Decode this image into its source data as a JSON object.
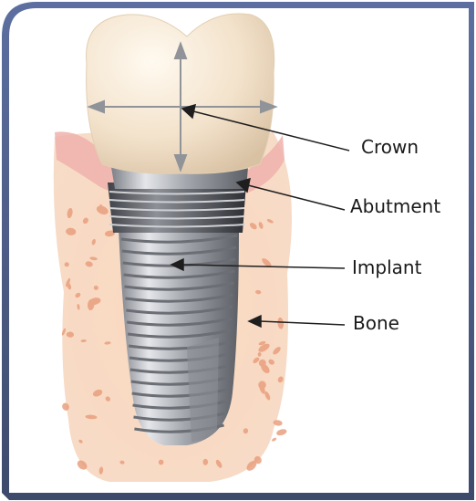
{
  "labels": {
    "crown": "Crown",
    "abutment": "Abutment",
    "implant": "Implant",
    "bone": "Bone"
  },
  "colors": {
    "frame_outer": "#4f5f8a",
    "frame_border": "#3f4a66",
    "frame_inner_bg": "#ffffff",
    "bone_base": "#f5c8a8",
    "bone_spots": "#e79b78",
    "gum": "#f0b2ad",
    "crown": "#f6ead8",
    "abutment": "#a4a7ad",
    "implant": "#b6b9be",
    "arrow": "#1e1e1e",
    "crown_arrows": "#8f9296"
  }
}
